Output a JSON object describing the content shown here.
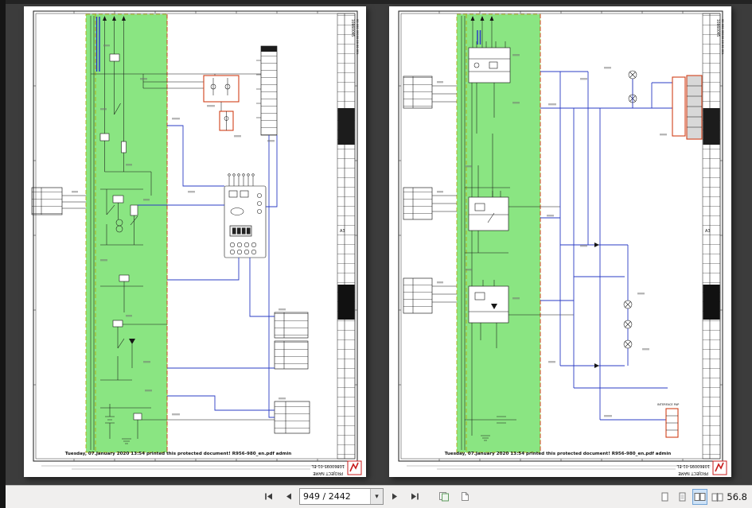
{
  "window": {
    "background_color": "#3c3c3c",
    "page_background": "#ffffff"
  },
  "toolbar": {
    "page_input_value": "949 / 2442",
    "zoom_label": "56.8",
    "dropdown_glyph": "▾"
  },
  "colors": {
    "highlight_green": "#8ae582",
    "wire_blue": "#2b3cc4",
    "attention_red": "#d0401a",
    "logo_red": "#c81c1c",
    "active_view_blue": "#cfe3f7"
  },
  "icons": {
    "first-page-icon": "bar+triangle-left",
    "prev-page-icon": "triangle-left",
    "next-page-icon": "triangle-right",
    "last-page-icon": "triangle-right+bar",
    "page-dropdown-icon": "▾",
    "copy-pages-icon": "two-overlapping-pages",
    "export-page-icon": "page-with-folded-corner",
    "single-page-view-icon": "one-page",
    "continuous-view-icon": "page-with-lines",
    "facing-view-icon": "two-pages-side-by-side",
    "book-view-icon": "open-book"
  },
  "pages": [
    {
      "print_notice": "Tuesday, 07.January 2020 13:54 printed this protected document! R956-980_en.pdf admin",
      "doc_number": "10860095",
      "barcode": "00 000 00000 00 00 001",
      "paper_size": "A3",
      "project_name": "PROJECT NAME",
      "drawing_code": "10860095-01-EL"
    },
    {
      "print_notice": "Tuesday, 07.January 2020 13:54 printed this protected document! R956-980_en.pdf admin",
      "doc_number": "10860095",
      "barcode": "00 000 00000 00 00 001",
      "paper_size": "A3",
      "project_name": "PROJECT NAME",
      "drawing_code": "10860095-01-EL",
      "interface_label": "INTERFACE PAP"
    }
  ]
}
